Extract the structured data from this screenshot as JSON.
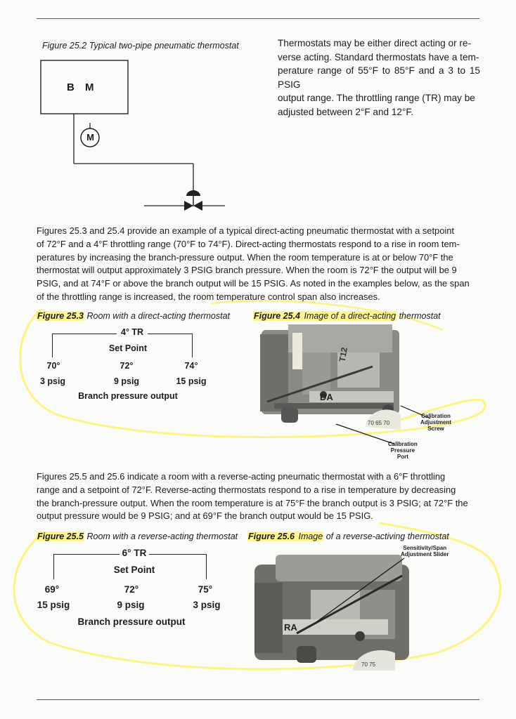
{
  "top_section": {
    "figure_25_2_caption": "Figure 25.2  Typical two-pipe pneumatic thermostat",
    "diagram_labels": {
      "b": "B",
      "m": "M",
      "motor": "M"
    },
    "intro_lines": [
      "Thermostats may be either direct acting or re-",
      "verse acting. Standard thermostats have a tem-",
      "perature range of 55°F to 85°F and a 3 to 15 PSIG",
      "output range. The throttling range (TR) may be",
      "adjusted between 2°F and 12°F."
    ]
  },
  "direct_section": {
    "paragraph_lines": [
      "Figures 25.3 and 25.4 provide an example of a typical direct-acting pneumatic thermostat with a setpoint",
      "of 72°F and a 4°F throttling range (70°F to 74°F). Direct-acting thermostats respond to a rise in room tem-",
      "peratures by increasing the branch-pressure output. When the room temperature is at or below 70°F the",
      "thermostat will output approximately 3 PSIG branch pressure. When the room is 72°F the output will be 9",
      "PSIG, and at 74°F or above the branch output will be 15 PSIG. As noted in the examples below, as the span",
      "of the throttling range is increased, the room temperature control span also increases."
    ],
    "figure_25_3": {
      "num": "Figure 25.3",
      "text": " Room with a direct-acting thermostat",
      "tr": "4° TR",
      "setpoint": "Set Point",
      "temps": [
        "70°",
        "72°",
        "74°"
      ],
      "pressures": [
        "3 psig",
        "9 psig",
        "15 psig"
      ],
      "branch": "Branch pressure output"
    },
    "figure_25_4": {
      "num": "Figure 25.4",
      "text_hl": " Image of a direct-acting",
      "text": " thermostat",
      "device_labels": {
        "mode": "DA",
        "model": "T12",
        "dial": "70 65 70"
      },
      "callout_calibration_screw": [
        "Calibration",
        "Adjustment",
        "Screw"
      ],
      "callout_pressure_port": [
        "Calibration",
        "Pressure",
        "Port"
      ]
    }
  },
  "reverse_section": {
    "paragraph_lines": [
      "Figures 25.5 and 25.6 indicate a room with a reverse-acting pneumatic thermostat with a 6°F throttling",
      "range and a setpoint of 72°F. Reverse-acting thermostats respond to a rise in temperature by decreasing",
      "the branch-pressure output. When the room temperature is at 75°F the branch output is 3 PSIG; at 72°F the",
      "output pressure would be 9 PSIG; and at 69°F the branch output would be 15 PSIG."
    ],
    "figure_25_5": {
      "num": "Figure 25.5",
      "text": " Room with a reverse-acting thermostat",
      "tr": "6° TR",
      "setpoint": "Set Point",
      "temps": [
        "69°",
        "72°",
        "75°"
      ],
      "pressures": [
        "15 psig",
        "9 psig",
        "3 psig"
      ],
      "branch": "Branch pressure output"
    },
    "figure_25_6": {
      "num": "Figure 25.6",
      "text_hl": " Image",
      "text": " of a reverse-activing thermostat",
      "device_labels": {
        "mode": "RA",
        "dial": "70 75"
      },
      "callout_slider": [
        "Sensitivity/Span",
        "Adjustment Slider"
      ]
    }
  },
  "colors": {
    "highlight": "#fff05a",
    "ink": "#1b1b1b",
    "device_body": "#8a8a86"
  }
}
